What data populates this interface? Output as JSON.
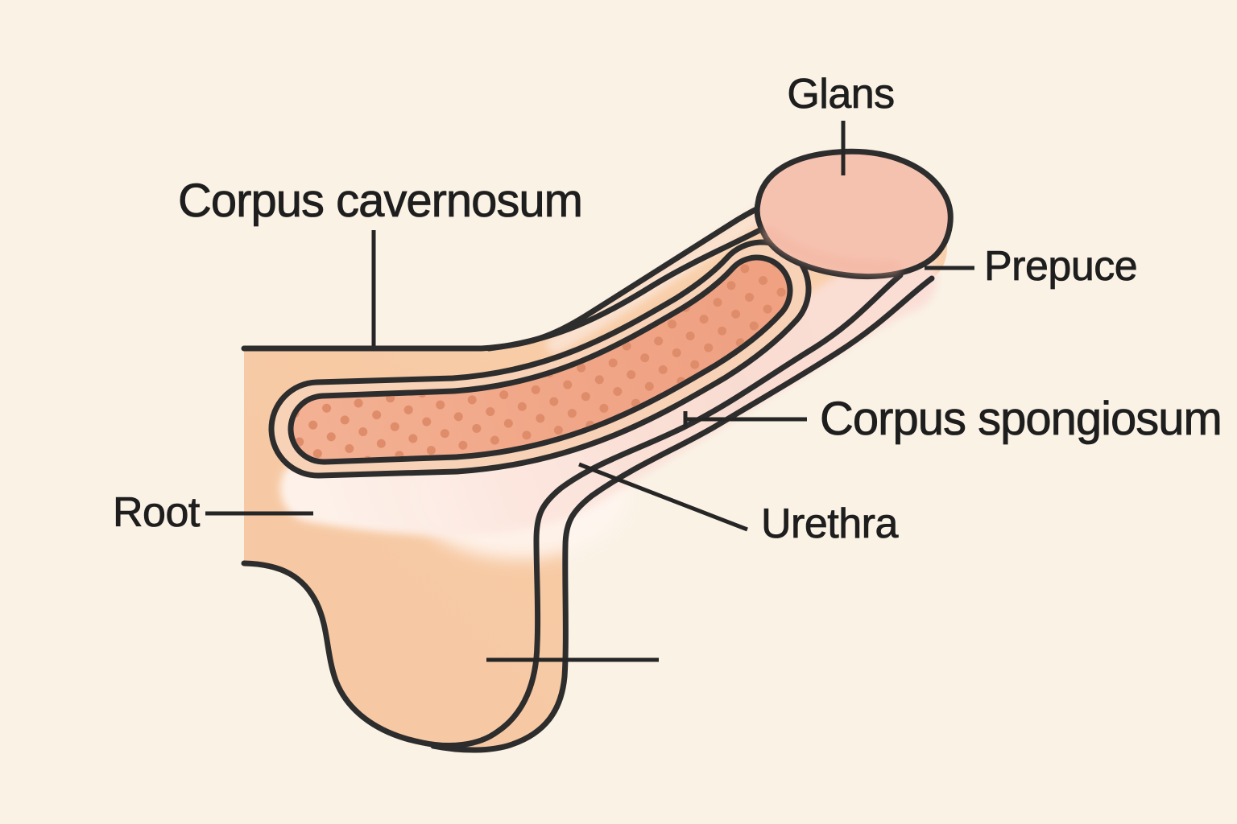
{
  "diagram": {
    "title": "Penis anatomy cross-section diagram",
    "background_color": "#FAF2E5",
    "outline_color": "#2D2D2D",
    "leader_line_color": "#262626",
    "label_text_color": "#1E1E1E",
    "colors": {
      "skin": "#F7CAA4",
      "skin_highlight": "#FBE5D6",
      "corpus_cavernosum_fill": "#F1A886",
      "corpus_cavernosum_dots": "#DE8C6A",
      "capsule_gap": "#F8D2B7",
      "corpus_spongiosum_fill": "#FBE2DA",
      "spongiosum_glow": "#FFF6F0",
      "glans_fill": "#F6C2B0"
    },
    "labels": {
      "glans": "Glans",
      "corpus_cavernosum": "Corpus cavernosum",
      "prepuce": "Prepuce",
      "corpus_spongiosum": "Corpus spongiosum",
      "urethra": "Urethra",
      "root": "Root"
    }
  }
}
